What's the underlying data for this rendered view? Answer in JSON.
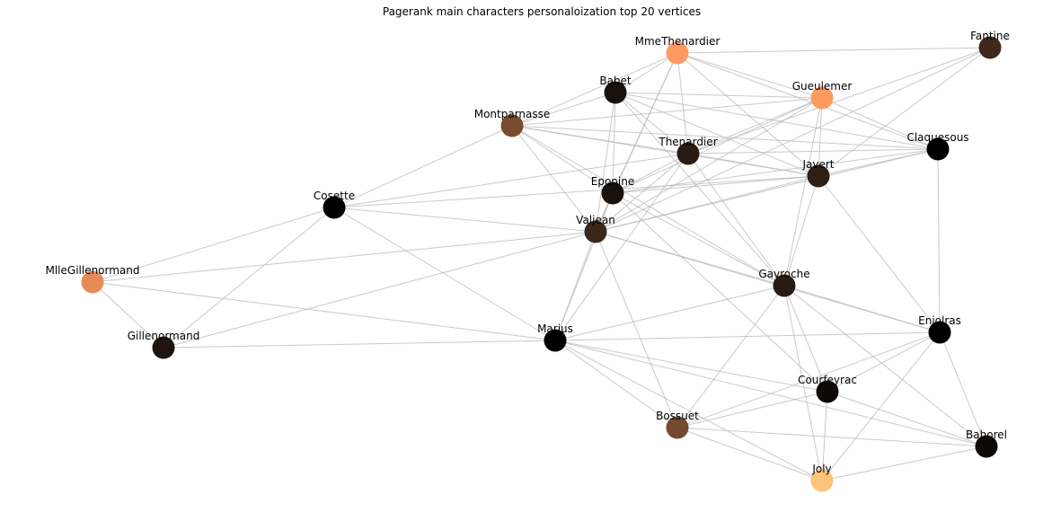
{
  "title": "Pagerank main characters personaloization top 20 vertices",
  "nodes": [
    {
      "id": "MmeThenardier",
      "label": "MmeThenardier",
      "color": "#fd9a63"
    },
    {
      "id": "Fantine",
      "label": "Fantine",
      "color": "#3d2a1d"
    },
    {
      "id": "Babet",
      "label": "Babet",
      "color": "#1a110c"
    },
    {
      "id": "Gueulemer",
      "label": "Gueulemer",
      "color": "#fe9a5e"
    },
    {
      "id": "Montparnasse",
      "label": "Montparnasse",
      "color": "#7a4c2f"
    },
    {
      "id": "Thenardier",
      "label": "Thenardier",
      "color": "#2a1b12"
    },
    {
      "id": "Claquesous",
      "label": "Claquesous",
      "color": "#000000"
    },
    {
      "id": "Javert",
      "label": "Javert",
      "color": "#2e1f15"
    },
    {
      "id": "Eponine",
      "label": "Eponine",
      "color": "#1a110c"
    },
    {
      "id": "Cosette",
      "label": "Cosette",
      "color": "#000000"
    },
    {
      "id": "Valjean",
      "label": "Valjean",
      "color": "#3a271b"
    },
    {
      "id": "MlleGillenormand",
      "label": "MlleGillenormand",
      "color": "#e58b58"
    },
    {
      "id": "Gavroche",
      "label": "Gavroche",
      "color": "#2a1b12"
    },
    {
      "id": "Enjolras",
      "label": "Enjolras",
      "color": "#000000"
    },
    {
      "id": "Gillenormand",
      "label": "Gillenormand",
      "color": "#1f140e"
    },
    {
      "id": "Marius",
      "label": "Marius",
      "color": "#000000"
    },
    {
      "id": "Courfeyrac",
      "label": "Courfeyrac",
      "color": "#0d0907"
    },
    {
      "id": "Bossuet",
      "label": "Bossuet",
      "color": "#734a2e"
    },
    {
      "id": "Bahorel",
      "label": "Bahorel",
      "color": "#0d0907"
    },
    {
      "id": "Joly",
      "label": "Joly",
      "color": "#ffc37a"
    }
  ],
  "edges": [
    [
      "MmeThenardier",
      "Babet"
    ],
    [
      "MmeThenardier",
      "Gueulemer"
    ],
    [
      "MmeThenardier",
      "Thenardier"
    ],
    [
      "MmeThenardier",
      "Eponine"
    ],
    [
      "MmeThenardier",
      "Valjean"
    ],
    [
      "MmeThenardier",
      "Javert"
    ],
    [
      "MmeThenardier",
      "Montparnasse"
    ],
    [
      "MmeThenardier",
      "Claquesous"
    ],
    [
      "MmeThenardier",
      "Fantine"
    ],
    [
      "Fantine",
      "Thenardier"
    ],
    [
      "Fantine",
      "Javert"
    ],
    [
      "Fantine",
      "Valjean"
    ],
    [
      "Babet",
      "Gueulemer"
    ],
    [
      "Babet",
      "Thenardier"
    ],
    [
      "Babet",
      "Montparnasse"
    ],
    [
      "Babet",
      "Claquesous"
    ],
    [
      "Babet",
      "Javert"
    ],
    [
      "Babet",
      "Eponine"
    ],
    [
      "Babet",
      "Valjean"
    ],
    [
      "Babet",
      "Gavroche"
    ],
    [
      "Gueulemer",
      "Montparnasse"
    ],
    [
      "Gueulemer",
      "Thenardier"
    ],
    [
      "Gueulemer",
      "Claquesous"
    ],
    [
      "Gueulemer",
      "Javert"
    ],
    [
      "Gueulemer",
      "Eponine"
    ],
    [
      "Gueulemer",
      "Valjean"
    ],
    [
      "Gueulemer",
      "Gavroche"
    ],
    [
      "Montparnasse",
      "Thenardier"
    ],
    [
      "Montparnasse",
      "Javert"
    ],
    [
      "Montparnasse",
      "Claquesous"
    ],
    [
      "Montparnasse",
      "Eponine"
    ],
    [
      "Montparnasse",
      "Valjean"
    ],
    [
      "Montparnasse",
      "Gavroche"
    ],
    [
      "Montparnasse",
      "Cosette"
    ],
    [
      "Thenardier",
      "Javert"
    ],
    [
      "Thenardier",
      "Claquesous"
    ],
    [
      "Thenardier",
      "Eponine"
    ],
    [
      "Thenardier",
      "Valjean"
    ],
    [
      "Thenardier",
      "Gavroche"
    ],
    [
      "Thenardier",
      "Marius"
    ],
    [
      "Thenardier",
      "Cosette"
    ],
    [
      "Claquesous",
      "Javert"
    ],
    [
      "Claquesous",
      "Eponine"
    ],
    [
      "Claquesous",
      "Valjean"
    ],
    [
      "Claquesous",
      "Enjolras"
    ],
    [
      "Javert",
      "Eponine"
    ],
    [
      "Javert",
      "Valjean"
    ],
    [
      "Javert",
      "Gavroche"
    ],
    [
      "Javert",
      "Enjolras"
    ],
    [
      "Javert",
      "Cosette"
    ],
    [
      "Eponine",
      "Valjean"
    ],
    [
      "Eponine",
      "Gavroche"
    ],
    [
      "Eponine",
      "Marius"
    ],
    [
      "Eponine",
      "Courfeyrac"
    ],
    [
      "Valjean",
      "Cosette"
    ],
    [
      "Valjean",
      "Marius"
    ],
    [
      "Valjean",
      "Gavroche"
    ],
    [
      "Valjean",
      "Enjolras"
    ],
    [
      "Valjean",
      "MlleGillenormand"
    ],
    [
      "Valjean",
      "Gillenormand"
    ],
    [
      "Valjean",
      "Bossuet"
    ],
    [
      "Cosette",
      "MlleGillenormand"
    ],
    [
      "Cosette",
      "Gillenormand"
    ],
    [
      "Cosette",
      "Marius"
    ],
    [
      "MlleGillenormand",
      "Gillenormand"
    ],
    [
      "MlleGillenormand",
      "Marius"
    ],
    [
      "Gillenormand",
      "Marius"
    ],
    [
      "Marius",
      "Gavroche"
    ],
    [
      "Marius",
      "Enjolras"
    ],
    [
      "Marius",
      "Courfeyrac"
    ],
    [
      "Marius",
      "Bossuet"
    ],
    [
      "Marius",
      "Joly"
    ],
    [
      "Marius",
      "Bahorel"
    ],
    [
      "Gavroche",
      "Enjolras"
    ],
    [
      "Gavroche",
      "Courfeyrac"
    ],
    [
      "Gavroche",
      "Bossuet"
    ],
    [
      "Gavroche",
      "Joly"
    ],
    [
      "Gavroche",
      "Bahorel"
    ],
    [
      "Enjolras",
      "Courfeyrac"
    ],
    [
      "Enjolras",
      "Bossuet"
    ],
    [
      "Enjolras",
      "Joly"
    ],
    [
      "Enjolras",
      "Bahorel"
    ],
    [
      "Courfeyrac",
      "Bossuet"
    ],
    [
      "Courfeyrac",
      "Joly"
    ],
    [
      "Courfeyrac",
      "Bahorel"
    ],
    [
      "Bossuet",
      "Joly"
    ],
    [
      "Bossuet",
      "Bahorel"
    ],
    [
      "Joly",
      "Bahorel"
    ]
  ]
}
